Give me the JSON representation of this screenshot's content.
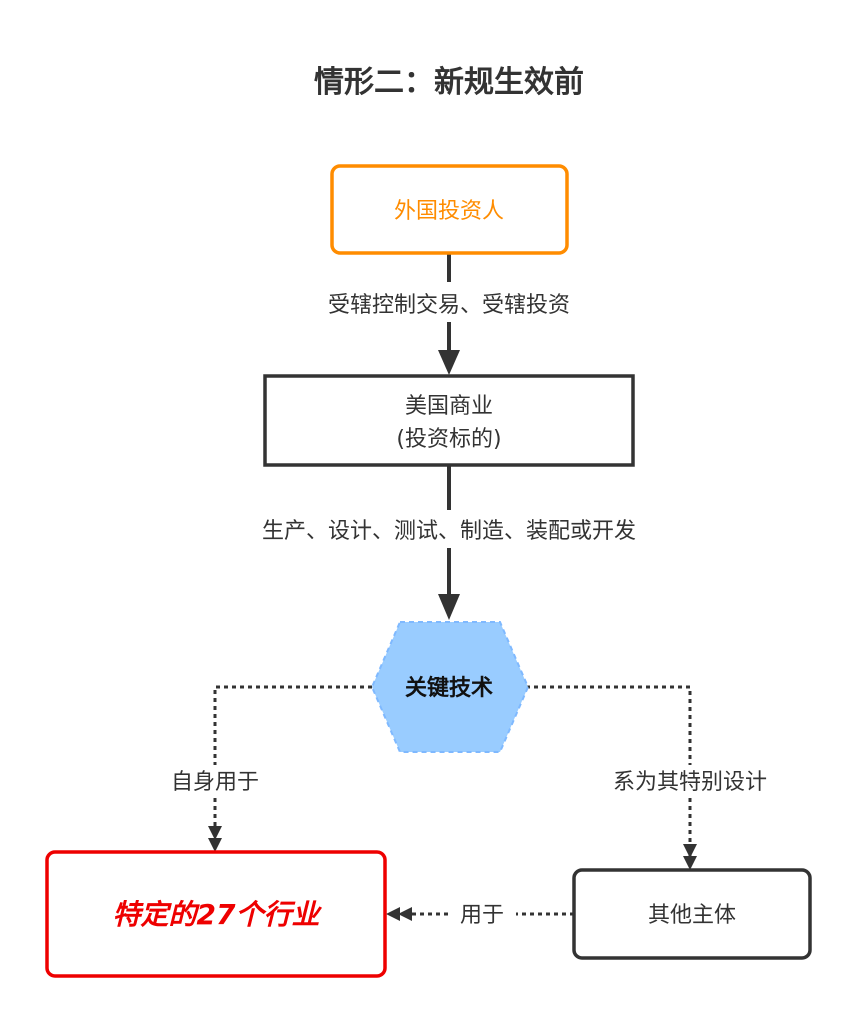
{
  "title": "情形二：新规生效前",
  "nodes": {
    "investor": {
      "label": "外国投资人",
      "color": "#ff8c00"
    },
    "us_business": {
      "line1": "美国商业",
      "line2": "(投资标的)"
    },
    "key_tech": {
      "label": "关键技术",
      "fill": "#99ccff"
    },
    "industries": {
      "label": "特定的27个行业",
      "color": "#ee0000"
    },
    "other_entity": {
      "label": "其他主体"
    }
  },
  "edges": {
    "investor_to_business": "受辖控制交易、受辖投资",
    "business_to_tech": "生产、设计、测试、制造、装配或开发",
    "tech_to_industries": "自身用于",
    "tech_to_other": "系为其特别设计",
    "other_to_industries": "用于"
  },
  "colors": {
    "stroke": "#333333",
    "text": "#333333"
  }
}
